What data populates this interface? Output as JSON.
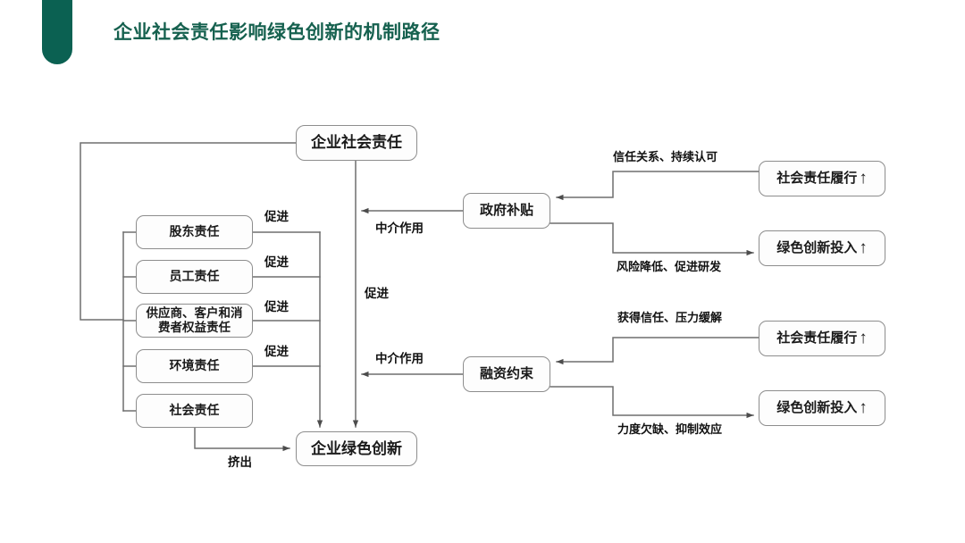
{
  "header": {
    "title": "企业社会责任影响绿色创新的机制路径",
    "accent_color": "#0b6152",
    "title_color": "#16614f"
  },
  "diagram": {
    "type": "mechanism-path-flowchart",
    "nodes": {
      "csr": "企业社会责任",
      "green_innovation": "企业绿色创新",
      "gov_subsidy": "政府补贴",
      "financing_constraint": "融资约束",
      "responsibilities": [
        "股东责任",
        "员工责任",
        "供应商、客户和消费者权益责任",
        "环境责任",
        "社会责任"
      ],
      "outcomes": [
        {
          "label": "社会责任履行",
          "indicator": "↑"
        },
        {
          "label": "绿色创新投入",
          "indicator": "↑"
        },
        {
          "label": "社会责任履行",
          "indicator": "↑"
        },
        {
          "label": "绿色创新投入",
          "indicator": "↑"
        }
      ]
    },
    "edge_labels": {
      "promote": "促进",
      "promote_list": [
        "促进",
        "促进",
        "促进",
        "促进"
      ],
      "crowd_out": "挤出",
      "mediation_top": "中介作用",
      "mediation_bottom": "中介作用",
      "center_promote": "促进",
      "subsidy_top": "信任关系、持续认可",
      "subsidy_bottom": "风险降低、促进研发",
      "financing_top": "获得信任、压力缓解",
      "financing_bottom": "力度欠缺、抑制效应"
    },
    "line_color": "#6f6f6f"
  }
}
